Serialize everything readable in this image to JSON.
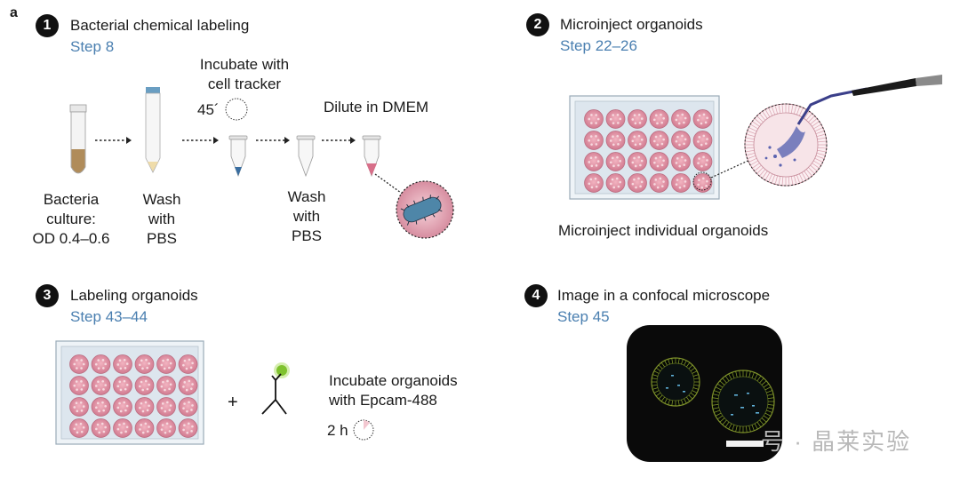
{
  "panel_letter": "a",
  "panels": [
    {
      "number": "1",
      "title": "Bacterial chemical labeling",
      "step": "Step 8"
    },
    {
      "number": "2",
      "title": "Microinject organoids",
      "step": "Step 22–26"
    },
    {
      "number": "3",
      "title": "Labeling organoids",
      "step": "Step 43–44"
    },
    {
      "number": "4",
      "title": "Image in a confocal microscope",
      "step": "Step 45"
    }
  ],
  "panel1": {
    "incubate_line1": "Incubate with",
    "incubate_line2": "cell tracker",
    "time": "45´",
    "dilute": "Dilute in DMEM",
    "bacteria": [
      "Bacteria",
      "culture:",
      "OD 0.4–0.6"
    ],
    "wash1": [
      "Wash",
      "with",
      "PBS"
    ],
    "wash2": [
      "Wash",
      "with",
      "PBS"
    ]
  },
  "panel2": {
    "caption": "Microinject individual organoids"
  },
  "panel3": {
    "plus": "+",
    "incubate_line1": "Incubate organoids",
    "incubate_line2": "with Epcam-488",
    "time": "2 h"
  },
  "watermark": "号 · 晶莱实验",
  "colors": {
    "step": "#4a7fb0",
    "well": "#d98a9c",
    "plate": "#dce6ee",
    "bacteria": "#4a7d9a",
    "green": "#8ab83a"
  }
}
